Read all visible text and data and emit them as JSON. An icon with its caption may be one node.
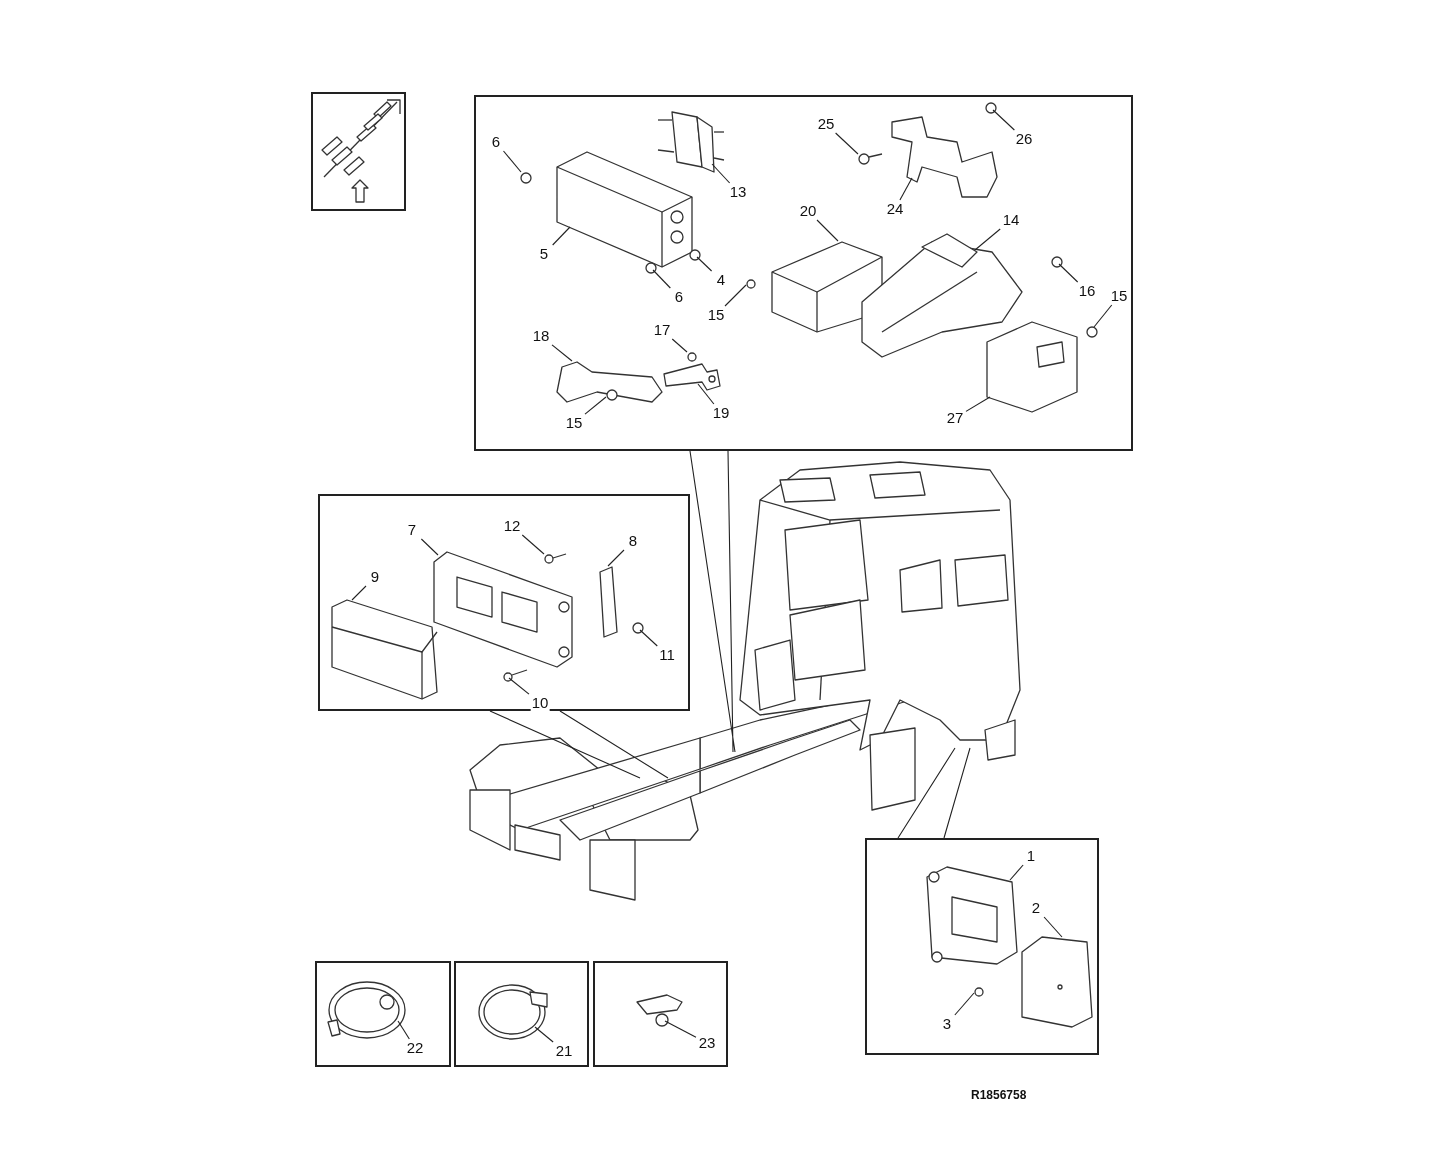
{
  "diagram": {
    "nodes": [
      {
        "text": [],
        "shape": "box"
      },
      {
        "text": [],
        "shape": "box"
      },
      {
        "text": [],
        "shape": "box"
      },
      {
        "text": [],
        "shape": "box"
      },
      {
        "text": [],
        "shape": "box"
      },
      {
        "text": [],
        "shape": "box"
      },
      {
        "text": [],
        "shape": "box"
      },
      {
        "text": [],
        "shape": "picture"
      },
      {
        "text": [
          "6"
        ],
        "in": 0
      },
      {
        "text": [
          "13"
        ],
        "in": 0
      },
      {
        "text": [
          "25"
        ],
        "in": 0
      },
      {
        "text": [
          "26"
        ],
        "in": 0
      },
      {
        "text": [
          "5"
        ],
        "in": 0
      },
      {
        "text": [
          "24"
        ],
        "in": 0
      },
      {
        "text": [
          "20"
        ],
        "in": 0
      },
      {
        "text": [
          "14"
        ],
        "in": 0
      },
      {
        "text": [
          "4"
        ],
        "in": 0
      },
      {
        "text": [
          "6"
        ],
        "in": 0
      },
      {
        "text": [
          "15"
        ],
        "in": 0
      },
      {
        "text": [
          "16"
        ],
        "in": 0
      },
      {
        "text": [
          "15"
        ],
        "in": 0
      },
      {
        "text": [
          "17"
        ],
        "in": 0
      },
      {
        "text": [
          "18"
        ],
        "in": 0
      },
      {
        "text": [
          "19"
        ],
        "in": 0
      },
      {
        "text": [
          "15"
        ],
        "in": 0
      },
      {
        "text": [
          "27"
        ],
        "in": 0
      },
      {
        "text": [
          "7"
        ],
        "in": 1
      },
      {
        "text": [
          "12"
        ],
        "in": 1
      },
      {
        "text": [
          "8"
        ],
        "in": 1
      },
      {
        "text": [
          "9"
        ],
        "in": 1
      },
      {
        "text": [
          "11"
        ],
        "in": 1
      },
      {
        "text": [
          "10"
        ],
        "in": 1
      },
      {
        "text": [
          "1"
        ],
        "in": 2
      },
      {
        "text": [
          "2"
        ],
        "in": 2
      },
      {
        "text": [
          "3"
        ],
        "in": 2
      },
      {
        "text": [
          "22"
        ],
        "in": 3
      },
      {
        "text": [
          "21"
        ],
        "in": 4
      },
      {
        "text": [
          "23"
        ],
        "in": 5
      },
      {
        "text": [],
        "shape": "circle",
        "in": 0
      },
      {
        "text": [],
        "shape": "picture",
        "in": 0
      },
      {
        "text": [],
        "shape": "picture",
        "in": 0
      },
      {
        "text": [],
        "shape": "circle",
        "in": 0
      },
      {
        "text": [],
        "shape": "picture",
        "in": 0
      },
      {
        "text": [],
        "shape": "picture",
        "in": 0
      },
      {
        "text": [],
        "shape": "picture",
        "in": 0
      },
      {
        "text": [],
        "shape": "picture",
        "in": 0
      },
      {
        "text": [],
        "shape": "circle",
        "in": 0
      },
      {
        "text": [],
        "shape": "circle",
        "in": 0
      },
      {
        "text": [],
        "shape": "circle",
        "in": 0
      },
      {
        "text": [],
        "shape": "circle",
        "in": 0
      },
      {
        "text": [],
        "shape": "circle",
        "in": 0
      },
      {
        "text": [],
        "shape": "circle",
        "in": 0
      },
      {
        "text": [],
        "shape": "picture",
        "in": 0
      },
      {
        "text": [],
        "shape": "picture",
        "in": 0
      },
      {
        "text": [],
        "shape": "circle",
        "in": 0
      },
      {
        "text": [],
        "shape": "picture",
        "in": 0
      },
      {
        "text": [],
        "shape": "picture",
        "in": 1
      },
      {
        "text": [],
        "shape": "picture",
        "in": 1
      },
      {
        "text": [],
        "shape": "picture",
        "in": 1
      },
      {
        "text": [],
        "shape": "picture",
        "in": 1
      },
      {
        "text": [],
        "shape": "circle",
        "in": 1
      },
      {
        "text": [],
        "shape": "picture",
        "in": 1
      },
      {
        "text": [],
        "shape": "picture",
        "in": 2
      },
      {
        "text": [],
        "shape": "picture",
        "in": 2
      },
      {
        "text": [],
        "shape": "circle",
        "in": 2
      },
      {
        "text": [],
        "shape": "picture",
        "in": 3
      },
      {
        "text": [],
        "shape": "picture",
        "in": 4
      },
      {
        "text": [],
        "shape": "picture",
        "in": 5
      },
      {
        "text": [],
        "shape": "picture"
      }
    ],
    "edges": [
      {
        "from": 0,
        "to": 7,
        "arrow": "none"
      },
      {
        "from": 1,
        "to": 68,
        "arrow": "none"
      },
      {
        "from": 2,
        "to": 7,
        "arrow": "none"
      },
      {
        "from": 8,
        "to": 38,
        "arrow": "none"
      },
      {
        "from": 9,
        "to": 39,
        "arrow": "none"
      },
      {
        "from": 10,
        "to": 40,
        "arrow": "none"
      },
      {
        "from": 11,
        "to": 41,
        "arrow": "none"
      },
      {
        "from": 12,
        "to": 42,
        "arrow": "none"
      },
      {
        "from": 13,
        "to": 43,
        "arrow": "none"
      },
      {
        "from": 14,
        "to": 44,
        "arrow": "none"
      },
      {
        "from": 15,
        "to": 45,
        "arrow": "none"
      },
      {
        "from": 16,
        "to": 46,
        "arrow": "none"
      },
      {
        "from": 17,
        "to": 47,
        "arrow": "none"
      },
      {
        "from": 18,
        "to": 48,
        "arrow": "none"
      },
      {
        "from": 19,
        "to": 49,
        "arrow": "none"
      },
      {
        "from": 20,
        "to": 50,
        "arrow": "none"
      },
      {
        "from": 21,
        "to": 51,
        "arrow": "none"
      },
      {
        "from": 22,
        "to": 52,
        "arrow": "none"
      },
      {
        "from": 23,
        "to": 53,
        "arrow": "none"
      },
      {
        "from": 24,
        "to": 54,
        "arrow": "none"
      },
      {
        "from": 25,
        "to": 55,
        "arrow": "none"
      },
      {
        "from": 26,
        "to": 56,
        "arrow": "none"
      },
      {
        "from": 27,
        "to": 57,
        "arrow": "none"
      },
      {
        "from": 28,
        "to": 58,
        "arrow": "none"
      },
      {
        "from": 29,
        "to": 59,
        "arrow": "none"
      },
      {
        "from": 30,
        "to": 60,
        "arrow": "none"
      },
      {
        "from": 31,
        "to": 61,
        "arrow": "none"
      },
      {
        "from": 32,
        "to": 62,
        "arrow": "none"
      },
      {
        "from": 33,
        "to": 63,
        "arrow": "none"
      },
      {
        "from": 34,
        "to": 64,
        "arrow": "none"
      },
      {
        "from": 35,
        "to": 65,
        "arrow": "none"
      },
      {
        "from": 36,
        "to": 66,
        "arrow": "none"
      },
      {
        "from": 37,
        "to": 67,
        "arrow": "none"
      }
    ],
    "labels": [
      "R1856758"
    ]
  }
}
